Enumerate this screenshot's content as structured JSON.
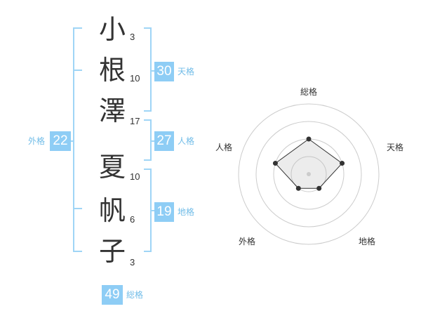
{
  "name_chars": [
    {
      "char": "小",
      "strokes": "3"
    },
    {
      "char": "根",
      "strokes": "10"
    },
    {
      "char": "澤",
      "strokes": "17"
    },
    {
      "char": "夏",
      "strokes": "10"
    },
    {
      "char": "帆",
      "strokes": "6"
    },
    {
      "char": "子",
      "strokes": "3"
    }
  ],
  "fortune": {
    "tenkaku": {
      "value": "30",
      "label": "天格"
    },
    "jinkaku": {
      "value": "27",
      "label": "人格"
    },
    "chikaku": {
      "value": "19",
      "label": "地格"
    },
    "gaikaku": {
      "value": "22",
      "label": "外格"
    },
    "soukaku": {
      "value": "49",
      "label": "総格"
    }
  },
  "colors": {
    "accent": "#8ecdf5",
    "accent_text": "#72bde8",
    "bracket": "#9fd5f6"
  },
  "chart_data": {
    "type": "radar",
    "axes": [
      "総格",
      "天格",
      "地格",
      "外格",
      "人格"
    ],
    "max": 4,
    "rings": 4,
    "values": [
      2,
      2,
      1,
      1,
      2
    ]
  }
}
